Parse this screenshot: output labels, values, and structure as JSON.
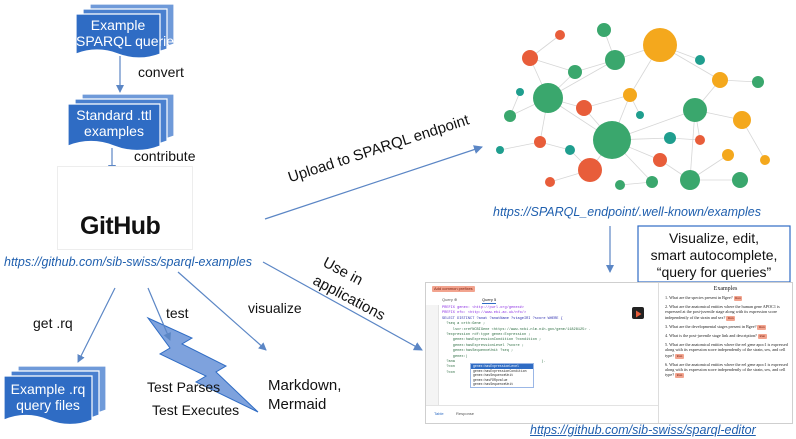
{
  "nodes": {
    "example_queries": "Example\nSPARQL queries",
    "standard_ttl": "Standard .ttl\nexamples",
    "github_logo_text": "GitHub",
    "github_url": "https://github.com/sib-swiss/sparql-examples",
    "rq_files": "Example .rq\nquery files",
    "test_parses": "Test Parses",
    "test_executes": "Test Executes",
    "markdown": "Markdown,\nMermaid",
    "endpoint_url": "https://SPARQL_endpoint/.well-known/examples",
    "editor_features": "Visualize, edit,\nsmart autocomplete,\n“query for queries”",
    "editor_url": "https://github.com/sib-swiss/sparql-editor"
  },
  "edges": {
    "convert": "convert",
    "contribute": "contribute",
    "upload": "Upload to SPARQL endpoint",
    "use_in": "Use in",
    "applications": "applications",
    "get_rq": "get .rq",
    "test": "test",
    "visualize": "visualize"
  },
  "colors": {
    "doc_blue": "#2f6cc4",
    "doc_blue_dark": "#1f4f99",
    "link_blue": "#1f5fae",
    "arrow": "#5b86c5",
    "green": "#3aa76d",
    "orange": "#e85d3a",
    "yellow": "#f4a81d",
    "teal": "#1f9e8e"
  },
  "editor": {
    "top_button": "Add common prefixes",
    "tab1": "Query ⊕",
    "tab2": "Query 5",
    "code_lines": [
      "PREFIX genex: <http://purl.org/genex#>",
      "PREFIX nfo: <http://www.ebi.ac.uk/nfo/>",
      "",
      "SELECT DISTINCT ?anat ?anatName ?stageIRI ?score WHERE {",
      "  ?seq a orth:Gene ;",
      "     lscr:xrefNCBIGene <https://www.ncbi.nlm.nih.gov/gene/11828125> .",
      "  ?expression rdf:type genex:Expression ;",
      "     genex:hasExpressionCondition ?condition ;",
      "     genex:hasExpressionLevel ?score ;",
      "     genex:hasSequenceUnit ?seq ;",
      "     genex:|",
      "  ?ana                                        ).",
      "",
      "  ?con",
      "  ?con"
    ],
    "autocomplete": [
      "genex:hasExpressionLevel",
      "genex:hasExpressionCondition",
      "genex:hasSequenceUnit",
      "genex:hasFDRpvalue",
      "genex:hasSequenceUnit"
    ],
    "footer_table": "Table",
    "footer_response": "Response",
    "examples_title": "Examples",
    "run_label": "Run",
    "examples": [
      "1. What are the species present in Bgee?",
      "2. What are the anatomical entities where the human gene APOC1 is expressed at the post-juvenile stage along with its expression score independently of the strain and sex?",
      "3. What are the developmental stages present in Bgee?",
      "4. What is the post-juvenile stage link and description?",
      "5. What are the anatomical entities where the eel gene apoc1 is expressed along with its expression score independently of the strain, sex, and cell type?",
      "6. What are the anatomical entities where the eel gene apoc1 is expressed along with its expression score independently of the strain, sex, and cell type?"
    ]
  }
}
